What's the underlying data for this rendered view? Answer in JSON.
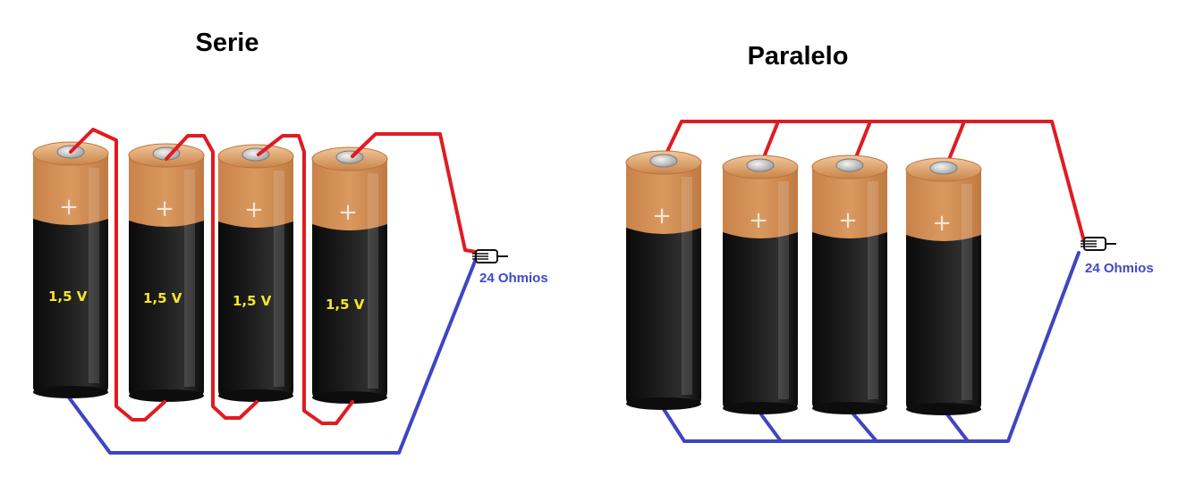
{
  "titles": {
    "serie": "Serie",
    "paralelo": "Paralelo"
  },
  "serie": {
    "voltage_labels": [
      "1,5 V",
      "1,5 V",
      "1,5 V",
      "1,5 V"
    ],
    "resistor_label": "24 Ohmios"
  },
  "paralelo": {
    "resistor_label": "24 Ohmios"
  },
  "battery_plus": "+",
  "icons": {
    "resistor": "resistor-icon",
    "battery": "battery-icon"
  },
  "colors": {
    "positive_wire": "#e11b22",
    "negative_wire": "#3f45c2",
    "voltage_text": "#f5e62a",
    "resistor_text": "#4149c6",
    "battery_body": "#151515",
    "battery_cap": "#d4925a"
  }
}
